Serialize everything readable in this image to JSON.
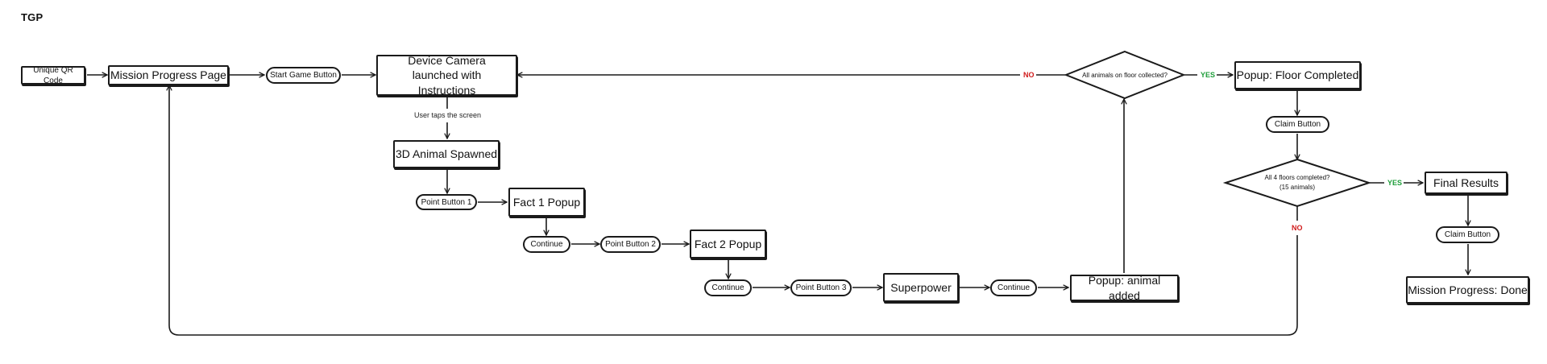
{
  "title": "TGP",
  "nodes": {
    "qr_code": "Unique QR Code",
    "mission_progress_page": "Mission Progress Page",
    "start_game_button": "Start Game Button",
    "device_camera": "Device Camera launched with Instructions",
    "animal_spawned": "3D Animal Spawned",
    "point_button_1": "Point Button 1",
    "fact_1_popup": "Fact 1 Popup",
    "continue_1": "Continue",
    "point_button_2": "Point Button 2",
    "fact_2_popup": "Fact 2 Popup",
    "continue_2": "Continue",
    "point_button_3": "Point Button 3",
    "superpower": "Superpower",
    "continue_3": "Continue",
    "popup_animal_added": "Popup: animal added",
    "decision_animals": "All animals on floor collected?",
    "popup_floor_completed": "Popup: Floor Completed",
    "claim_button_1": "Claim Button",
    "decision_floors_line1": "All 4 floors completed?",
    "decision_floors_line2": "(15 animals)",
    "final_results": "Final Results",
    "claim_button_2": "Claim Button",
    "mission_progress_done": "Mission Progress: Done"
  },
  "edge_labels": {
    "user_taps": "User taps the screen",
    "no_1": "NO",
    "yes_1": "YES",
    "yes_2": "YES",
    "no_2": "NO"
  },
  "colors": {
    "stroke": "#1a1a1a",
    "yes": "#1e9e3a",
    "no": "#d01b1b"
  }
}
